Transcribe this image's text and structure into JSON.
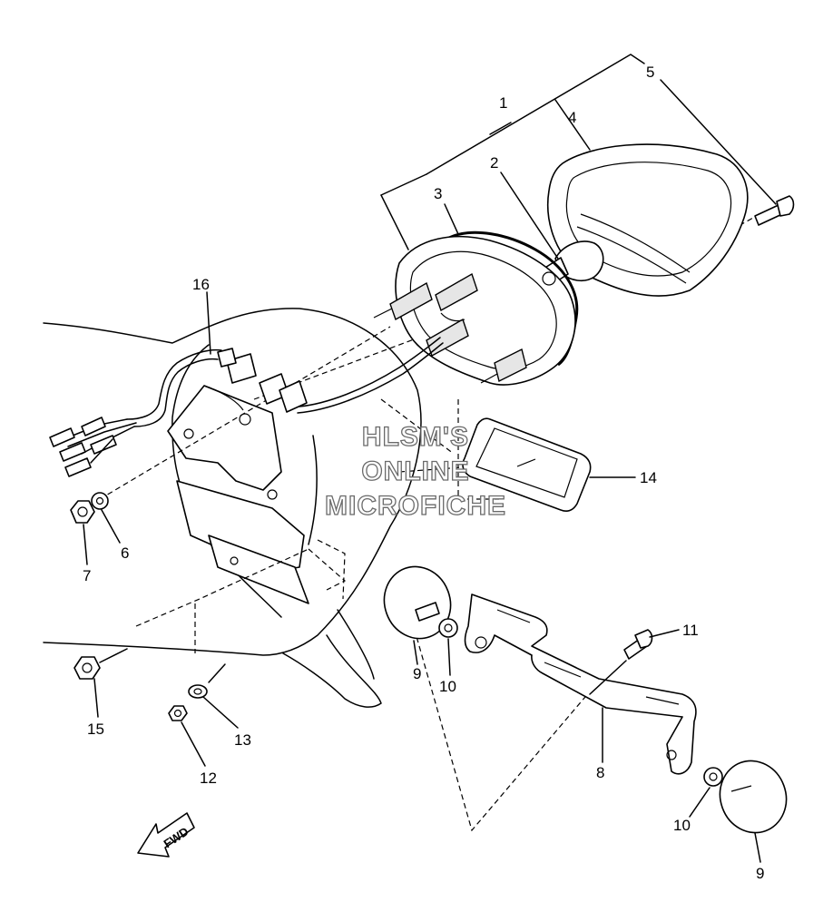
{
  "callouts": [
    {
      "id": "1",
      "label": "1"
    },
    {
      "id": "2",
      "label": "2"
    },
    {
      "id": "3",
      "label": "3"
    },
    {
      "id": "4",
      "label": "4"
    },
    {
      "id": "5",
      "label": "5"
    },
    {
      "id": "6",
      "label": "6"
    },
    {
      "id": "7",
      "label": "7"
    },
    {
      "id": "8",
      "label": "8"
    },
    {
      "id": "9a",
      "label": "9"
    },
    {
      "id": "9b",
      "label": "9"
    },
    {
      "id": "10a",
      "label": "10"
    },
    {
      "id": "10b",
      "label": "10"
    },
    {
      "id": "11",
      "label": "11"
    },
    {
      "id": "12",
      "label": "12"
    },
    {
      "id": "13",
      "label": "13"
    },
    {
      "id": "14",
      "label": "14"
    },
    {
      "id": "15",
      "label": "15"
    },
    {
      "id": "16",
      "label": "16"
    }
  ],
  "watermark": {
    "line1": "HLSM'S",
    "line2": "ONLINE",
    "line3": "MICROFICHE"
  },
  "direction_arrow": {
    "label": "FWD",
    "icon": "fwd-arrow-icon"
  }
}
